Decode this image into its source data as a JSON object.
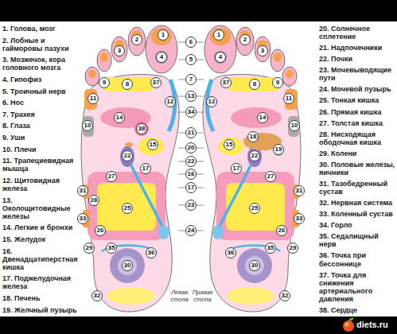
{
  "diagram": {
    "labels": [
      "1. Голова, мозг",
      "2. Лобные и гайморовы пазухи",
      "3. Мозжечок, кора головного мозга",
      "4. Гипофиз",
      "5. Троичный нерв",
      "6. Нос",
      "7. Трахея",
      "8. Глаза",
      "9. Уши",
      "10. Плечи",
      "11. Трапециевидная мышца",
      "12. Щитовидная железа",
      "13. Околощитовидные железы",
      "14. Легкие и бронхи",
      "15. Желудок",
      "16. Двенадцатиперстная кишка",
      "17. Поджелудочная железа",
      "18. Печень",
      "19. Желчный пузырь",
      "20. Солнечное сплетение",
      "21. Надпочечники",
      "22. Почки",
      "23. Мочевыводящие пути",
      "24. Мочевой пузырь",
      "25. Тонкая кишка",
      "26. Прямая кишка",
      "27. Толстая кишка",
      "28. Нисходящая ободочная кишка",
      "29. Колени",
      "30. Половые железы, яичники",
      "31. Тазобедренный сустав",
      "32. Нервная система",
      "33. Коленный сустав",
      "34. Горло",
      "35. Седалищный нерв",
      "36. Точка при бессоннице",
      "37. Точка для снижения артериального давления",
      "38. Сердце",
      "6",
      "5",
      "7",
      "13",
      "34",
      "21",
      "20",
      "22",
      "16",
      "17",
      "23",
      "24",
      "1",
      "4",
      "2",
      "3",
      "8",
      "9",
      "37",
      "12",
      "11",
      "10",
      "14",
      "38",
      "15",
      "22",
      "17",
      "27",
      "28",
      "25",
      "31",
      "33",
      "26",
      "29",
      "35",
      "36",
      "30",
      "32",
      "1",
      "4",
      "2",
      "3",
      "8",
      "9",
      "37",
      "12",
      "11",
      "10",
      "14",
      "18",
      "19",
      "15",
      "22",
      "17",
      "27",
      "25",
      "31",
      "33",
      "26",
      "29",
      "35",
      "36",
      "30",
      "32",
      "Левая стопа",
      "Правая стопа",
      "diets.ru"
    ]
  }
}
